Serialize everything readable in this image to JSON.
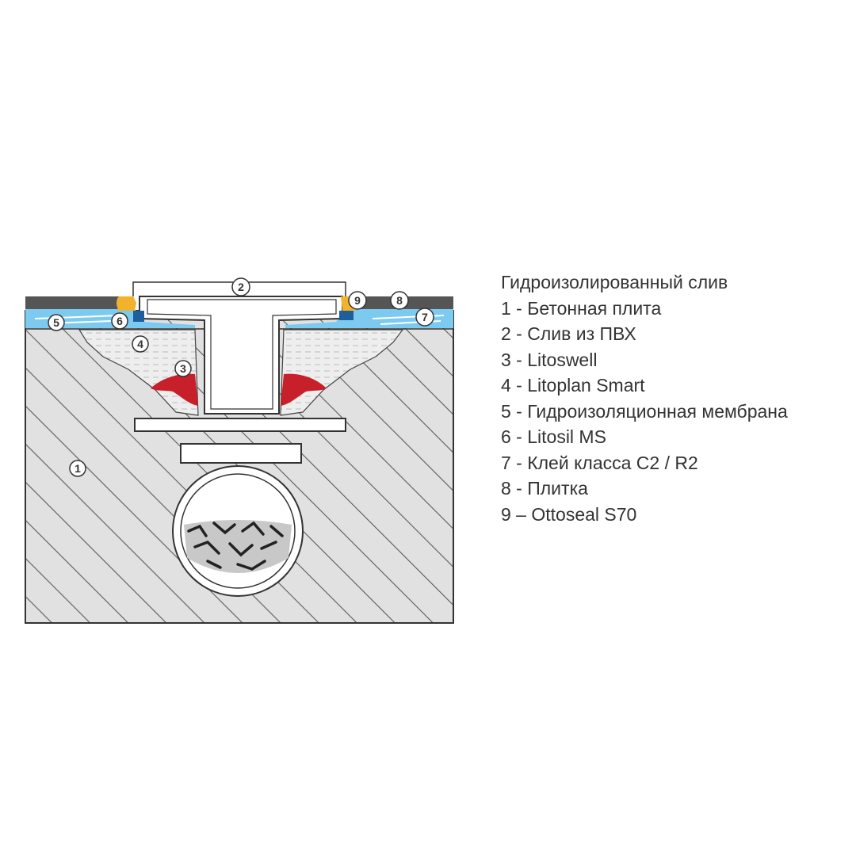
{
  "legend": {
    "title": "Гидроизолированный слив",
    "items": [
      "1 - Бетонная плита",
      "2 - Слив из ПВХ",
      "3 - Litoswell",
      "4 - Litoplan Smart",
      "5 - Гидроизоляционная мембрана",
      "6 - Litosil MS",
      "7 - Клей класса C2 / R2",
      "8 - Плитка",
      "9 – Ottoseal S70"
    ]
  },
  "callouts": [
    "1",
    "2",
    "3",
    "4",
    "5",
    "6",
    "7",
    "8",
    "9"
  ],
  "colors": {
    "concrete": "#e1e1e1",
    "hatch": "#5a5a5a",
    "outline": "#333333",
    "tile": "#555555",
    "membrane": "#7ccaf0",
    "mortar": "#eeeeee",
    "litoswell": "#c8202a",
    "ottoseal": "#f2b22c",
    "litosil": "#1f5e9c",
    "drain": "#ffffff",
    "text": "#333333"
  }
}
